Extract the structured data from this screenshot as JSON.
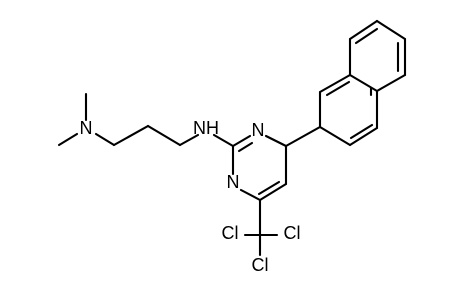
{
  "structure": {
    "atoms": {
      "dimethylamine_n": "N",
      "amine_nh": "NH",
      "ring_n1": "N",
      "ring_n3": "N",
      "cl_left": "Cl",
      "cl_right": "Cl",
      "cl_bottom": "Cl"
    },
    "colors": {
      "bond": "#000000",
      "text": "#000000",
      "background": "#ffffff"
    }
  }
}
